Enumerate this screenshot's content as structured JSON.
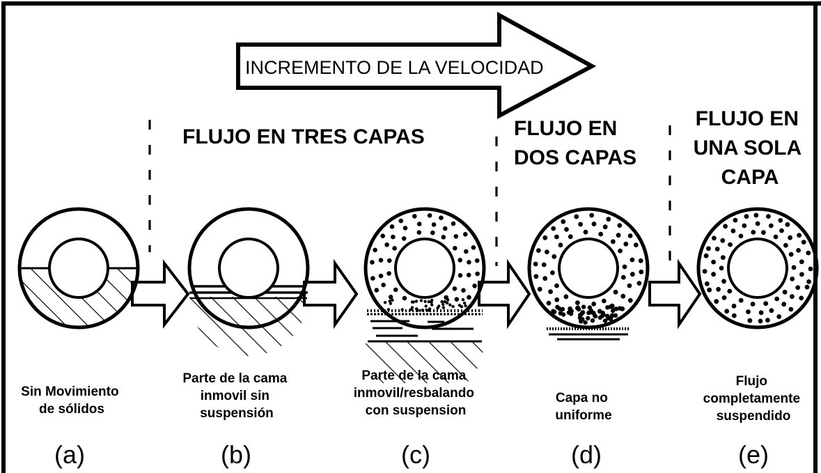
{
  "banner": {
    "text": "INCREMENTO DE LA VELOCIDAD"
  },
  "regions": [
    {
      "lines": [
        "FLUJO EN TRES CAPAS"
      ]
    },
    {
      "lines": [
        "FLUJO EN",
        "DOS CAPAS"
      ]
    },
    {
      "lines": [
        "FLUJO EN",
        "UNA SOLA",
        "CAPA"
      ]
    }
  ],
  "stages": [
    {
      "letter": "(a)",
      "caption": [
        "Sin Movimiento",
        "de sólidos"
      ],
      "state": "stationary-bed"
    },
    {
      "letter": "(b)",
      "caption": [
        "Parte de la cama",
        "inmovil sin",
        "suspensión"
      ],
      "state": "bed-with-slip-layer"
    },
    {
      "letter": "(c)",
      "caption": [
        "Parte de la cama",
        "inmovil/resbalando",
        "con suspension"
      ],
      "state": "moving-bed-with-suspension"
    },
    {
      "letter": "(d)",
      "caption": [
        "Capa no",
        "uniforme"
      ],
      "state": "heterogeneous-suspension"
    },
    {
      "letter": "(e)",
      "caption": [
        "Flujo",
        "completamente",
        "suspendido"
      ],
      "state": "homogeneous-suspension"
    }
  ],
  "colors": {
    "ink": "#000000",
    "background": "#ffffff"
  }
}
